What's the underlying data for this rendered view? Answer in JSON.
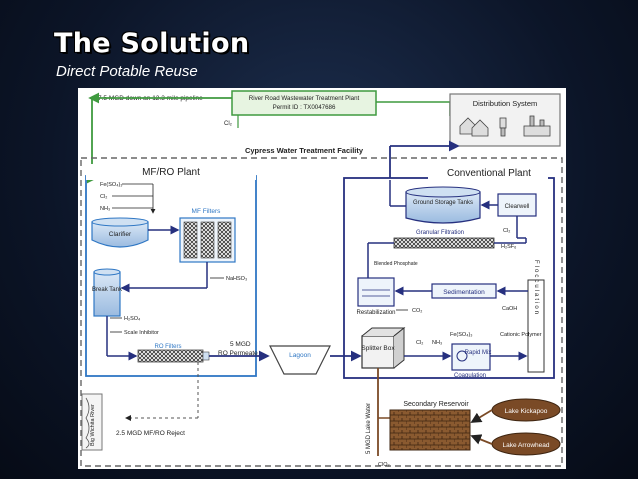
{
  "slide": {
    "title": "The Solution",
    "subtitle": "Direct Potable Reuse"
  },
  "colors": {
    "dark_blue": "#26307f",
    "light_blue": "#2f77c4",
    "green_box": "#3f9a3f",
    "brown_reservoir": "#7a4a26",
    "dashed_gray": "#666666"
  },
  "diagram": {
    "pipeline_label": "7.5 MGD down an 12.3 mile pipeline",
    "plant_name": "River Road Wastewater Treatment Plant",
    "permit_id": "Permit ID : TX0047686",
    "cl2_top": "Cl₂",
    "distribution_system": "Distribution System",
    "facility_title": "Cypress Water Treatment Facility",
    "mfro_plant": "MF/RO Plant",
    "conventional_plant": "Conventional Plant",
    "chem_fe": "Fe(SO₄)₃",
    "chem_cl2": "Cl₂",
    "chem_nh3": "NH₃",
    "clarifier": "Clarifier",
    "mf_filters": "MF Filters",
    "nahso3": "NaHSO₃",
    "break_tank": "Break Tank",
    "h2so4": "H₂SO₄",
    "scale_inhibitor": "Scale Inhibitor",
    "ro_filters": "RO Filters",
    "ro_permeate_1": "5 MGD",
    "ro_permeate_2": "RO Permeate",
    "lagoon": "Lagoon",
    "ground_storage": "Ground Storage Tanks",
    "clearwell": "Clearwell",
    "granular_filtration": "Granular Filtration",
    "cl2_right": "Cl₂",
    "h2sf6": "H₂SF₆",
    "blended_phosphate": "Blended Phosphate",
    "restabilization": "Restabilization",
    "co2": "CO₂",
    "sedimentation": "Sedimentation",
    "caoh": "CaOH",
    "flocculation": "Flocculation",
    "fe_right": "Fe(SO₄)₃",
    "cationic_polymer": "Cationic Polymer",
    "splitter_box": "Splitter Box",
    "cl2_splitter": "Cl₂",
    "nh3_splitter": "NH₃",
    "rapid_mix": "Rapid Mix",
    "coagulation": "Coagulation",
    "big_wichita_river": "Big Wichita River",
    "mfro_reject": "2.5 MGD MF/RO Reject",
    "lake_water": "5 MGD Lake Water",
    "secondary_reservoir": "Secondary Reservoir",
    "clo2": "ClO₂",
    "lake_kickapoo": "Lake Kickapoo",
    "lake_arrowhead": "Lake Arrowhead"
  }
}
